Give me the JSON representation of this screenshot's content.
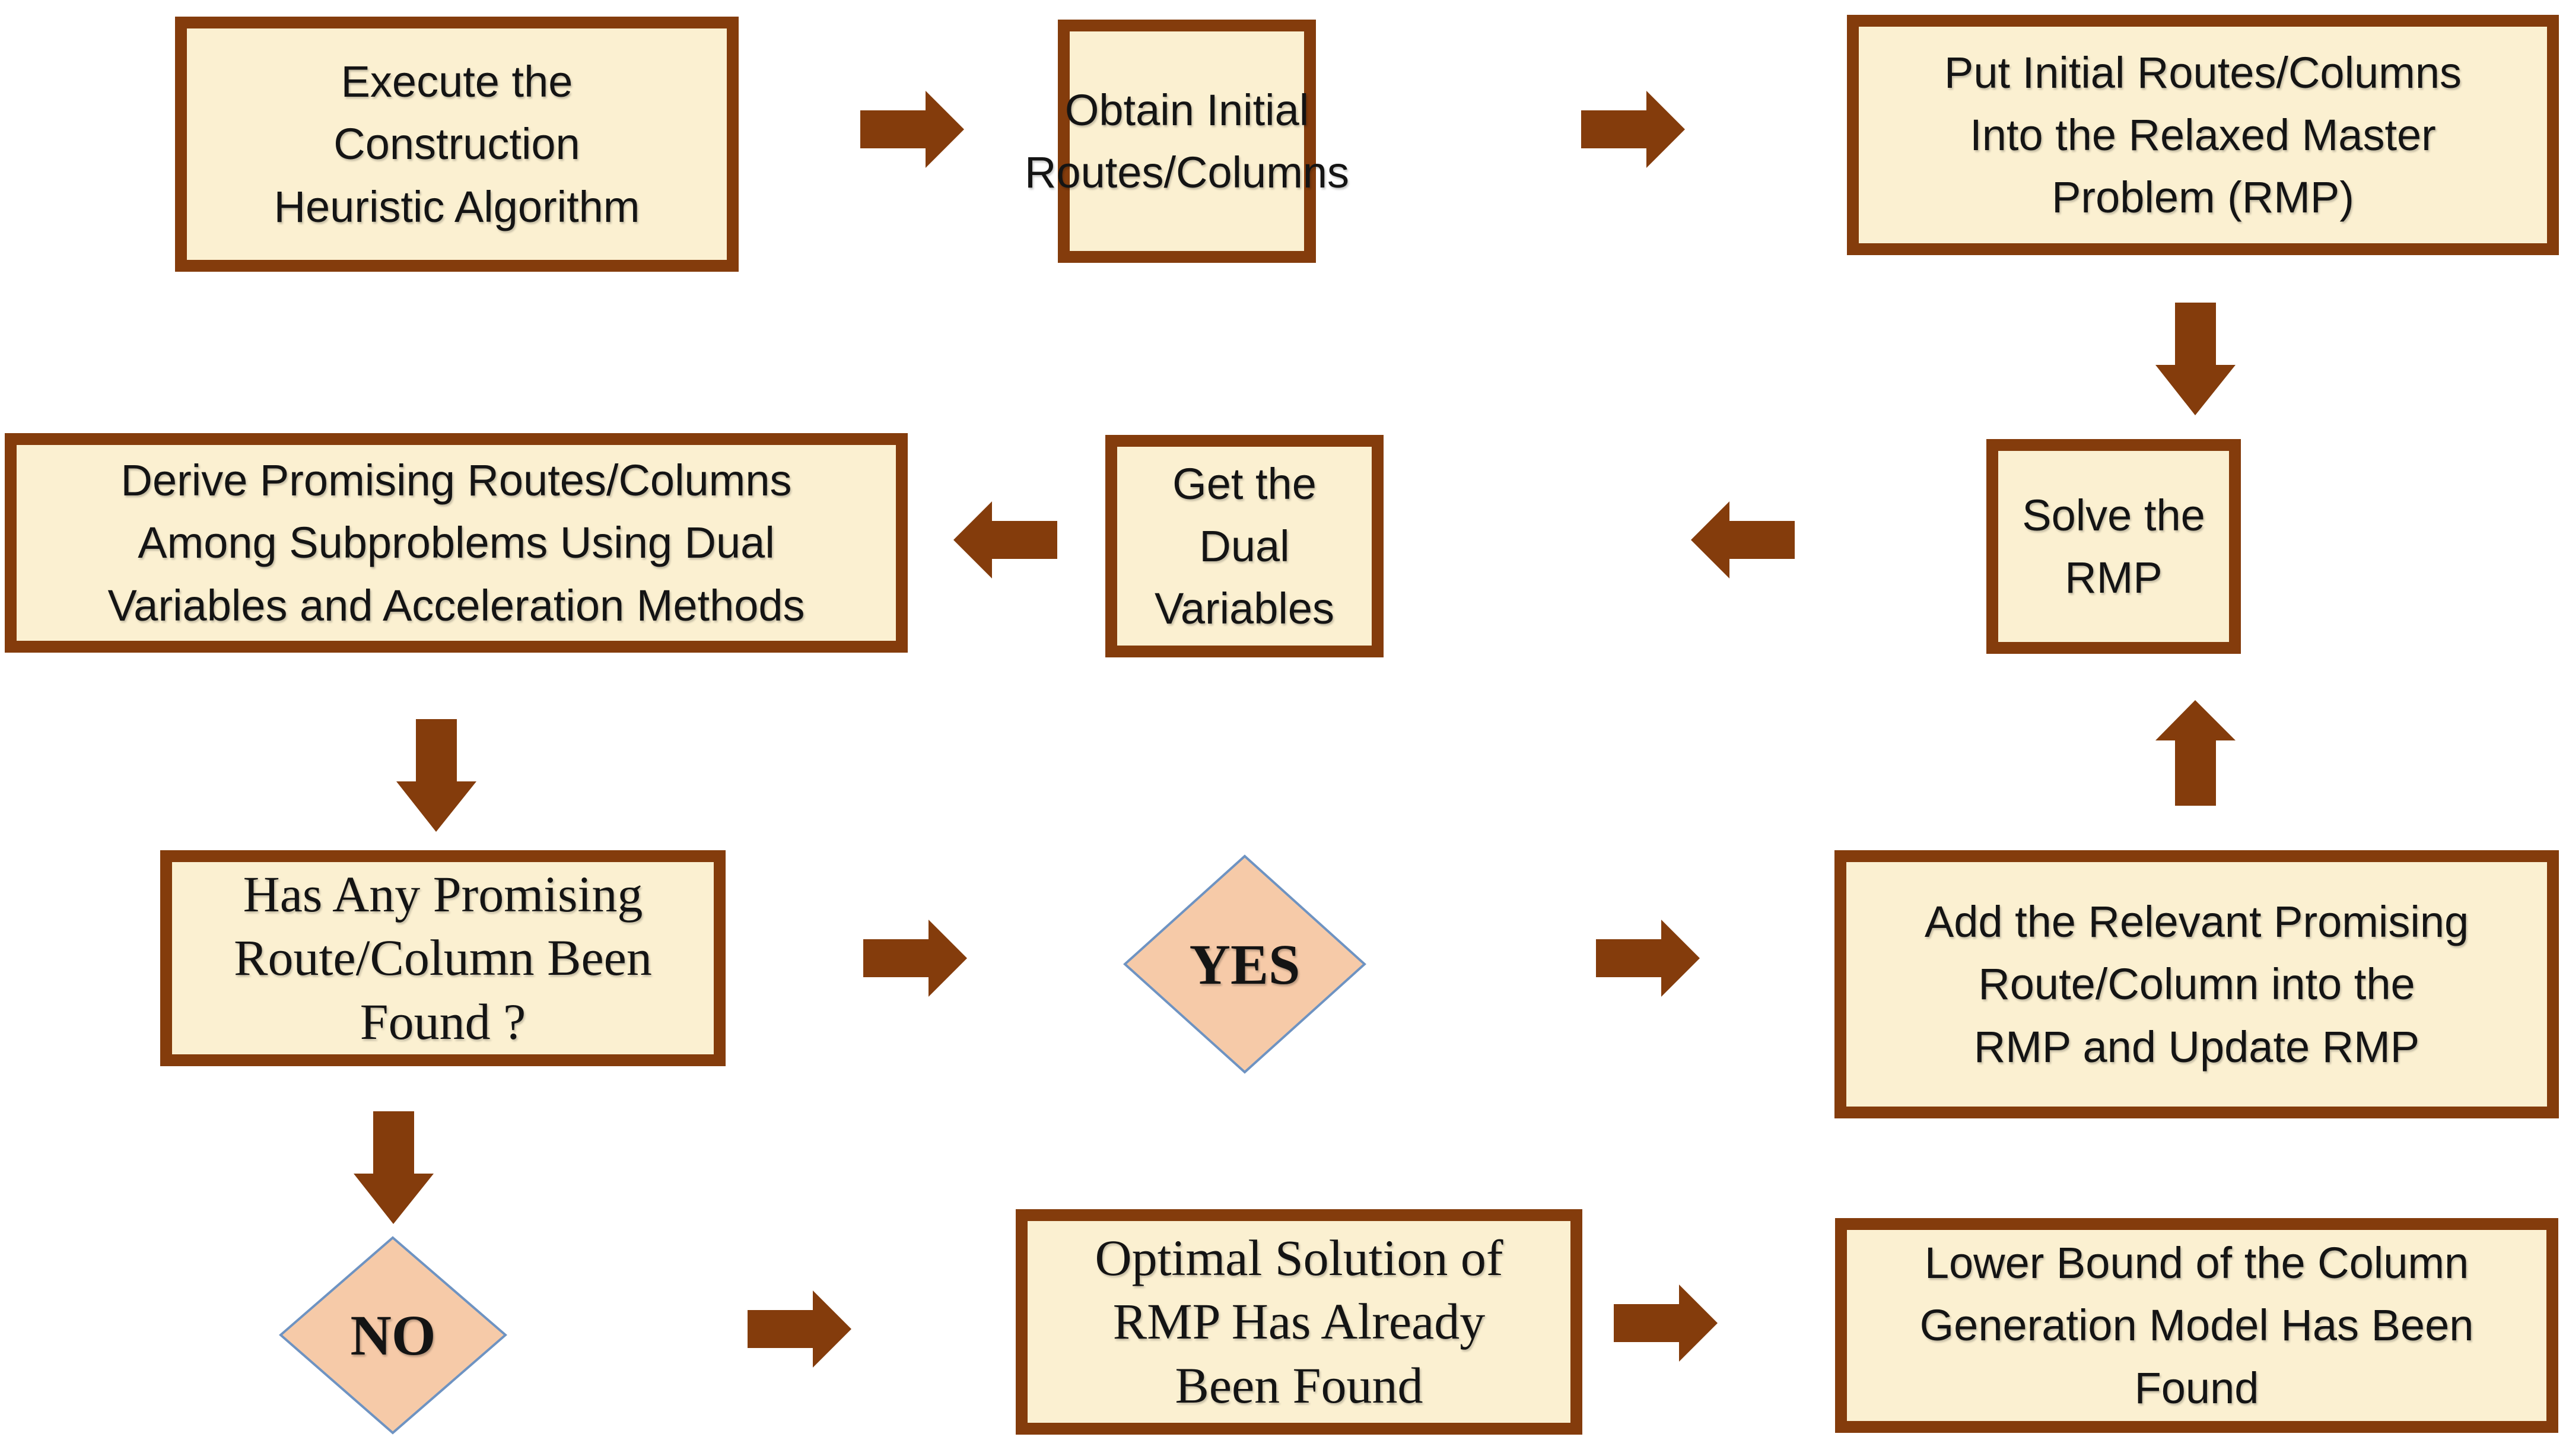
{
  "flowchart": {
    "title": "Column Generation Algorithm Flowchart",
    "nodes": {
      "execute": {
        "label": "Execute the\nConstruction\nHeuristic Algorithm",
        "shape": "rect"
      },
      "obtain": {
        "label": "Obtain Initial\nRoutes/Columns",
        "shape": "rect"
      },
      "put_rmp": {
        "label": "Put Initial Routes/Columns\nInto the Relaxed Master\nProblem (RMP)",
        "shape": "rect"
      },
      "solve": {
        "label": "Solve the RMP",
        "shape": "rect"
      },
      "get_dual": {
        "label": "Get the Dual\nVariables",
        "shape": "rect"
      },
      "derive": {
        "label": "Derive Promising Routes/Columns\nAmong Subproblems Using Dual\nVariables and Acceleration Methods",
        "shape": "rect"
      },
      "found": {
        "label": "Has Any Promising\nRoute/Column Been\nFound ?",
        "shape": "rect"
      },
      "yes": {
        "label": "YES",
        "shape": "diamond"
      },
      "add": {
        "label": "Add the Relevant Promising\nRoute/Column into the\nRMP and Update RMP",
        "shape": "rect"
      },
      "no": {
        "label": "NO",
        "shape": "diamond"
      },
      "optimal": {
        "label": "Optimal Solution of\nRMP Has Already\nBeen Found",
        "shape": "rect"
      },
      "lower": {
        "label": "Lower Bound of the Column\nGeneration Model Has Been\nFound",
        "shape": "rect"
      }
    },
    "arrows": [
      {
        "direction": "right",
        "from": "execute",
        "to": "obtain"
      },
      {
        "direction": "right",
        "from": "obtain",
        "to": "put_rmp"
      },
      {
        "direction": "down",
        "from": "put_rmp",
        "to": "solve"
      },
      {
        "direction": "left",
        "from": "solve",
        "to": "get_dual"
      },
      {
        "direction": "left",
        "from": "get_dual",
        "to": "derive"
      },
      {
        "direction": "down",
        "from": "derive",
        "to": "found"
      },
      {
        "direction": "right",
        "from": "found",
        "to": "yes"
      },
      {
        "direction": "right",
        "from": "yes",
        "to": "add"
      },
      {
        "direction": "up",
        "from": "add",
        "to": "solve"
      },
      {
        "direction": "down",
        "from": "found",
        "to": "no"
      },
      {
        "direction": "right",
        "from": "no",
        "to": "optimal"
      },
      {
        "direction": "right",
        "from": "optimal",
        "to": "lower"
      }
    ],
    "colors": {
      "box_fill": "#FBF0D1",
      "box_border": "#843C0C",
      "arrow": "#843C0C",
      "diamond_fill": "#F6CAA8",
      "diamond_border": "#6E93C2",
      "text": "#141414",
      "background": "#FFFFFF"
    }
  }
}
